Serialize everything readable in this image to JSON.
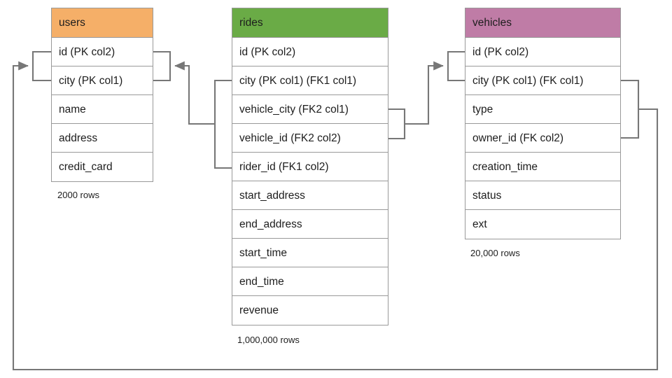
{
  "diagram": {
    "title": "Database schema relationship diagram",
    "type": "entity-relationship-diagram",
    "line_color": "#777777",
    "border_color": "#999999",
    "background": "#ffffff"
  },
  "entities": [
    {
      "name": "users",
      "header_color": "#f5af68",
      "row_count_label": "2000 rows",
      "fields": [
        {
          "label": "id (PK col2)"
        },
        {
          "label": "city (PK col1)"
        },
        {
          "label": "name"
        },
        {
          "label": "address"
        },
        {
          "label": "credit_card"
        }
      ]
    },
    {
      "name": "rides",
      "header_color": "#6aab46",
      "row_count_label": "1,000,000 rows",
      "fields": [
        {
          "label": "id (PK col2)"
        },
        {
          "label": "city (PK col1) (FK1 col1)"
        },
        {
          "label": "vehicle_city (FK2 col1)"
        },
        {
          "label": "vehicle_id (FK2 col2)"
        },
        {
          "label": "rider_id (FK1 col2)"
        },
        {
          "label": "start_address"
        },
        {
          "label": "end_address"
        },
        {
          "label": "start_time"
        },
        {
          "label": "end_time"
        },
        {
          "label": "revenue"
        }
      ]
    },
    {
      "name": "vehicles",
      "header_color": "#bf7ca6",
      "row_count_label": "20,000 rows",
      "fields": [
        {
          "label": "id (PK col2)"
        },
        {
          "label": "city (PK col1) (FK col1)"
        },
        {
          "label": "type"
        },
        {
          "label": "owner_id (FK col2)"
        },
        {
          "label": "creation_time"
        },
        {
          "label": "status"
        },
        {
          "label": "ext"
        }
      ]
    }
  ],
  "relationships": [
    {
      "name": "rides-rider-to-users",
      "from": "rides.city + rides.rider_id",
      "to": "users.id + users.city",
      "arrow": "left"
    },
    {
      "name": "rides-vehicle-to-vehicles",
      "from": "rides.vehicle_city + rides.vehicle_id",
      "to": "vehicles.id + vehicles.city",
      "arrow": "right"
    },
    {
      "name": "vehicles-owner-to-users",
      "from": "vehicles.city + vehicles.owner_id",
      "to": "users.id + users.city",
      "arrow": "right"
    }
  ]
}
